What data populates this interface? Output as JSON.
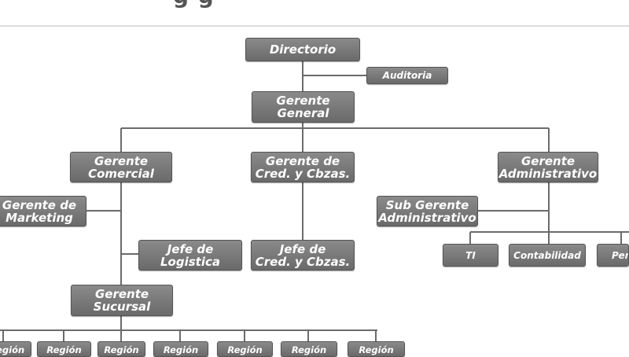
{
  "title_fragment": "g g",
  "nodes": {
    "directorio": "Directorio",
    "auditoria": "Auditoria",
    "gerente_general": "Gerente\nGeneral",
    "gerente_comercial": "Gerente\nComercial",
    "gerente_cred": "Gerente de\nCred. y Cbzas.",
    "gerente_administrativo": "Gerente\nAdministrativo",
    "gerente_marketing": "Gerente de\nMarketing",
    "sub_gerente_administrativo": "Sub Gerente\nAdministrativo",
    "jefe_logistica": "Jefe de\nLogistica",
    "jefe_cred": "Jefe de\nCred. y Cbzas.",
    "ti": "TI",
    "contabilidad": "Contabilidad",
    "personal": "Personal",
    "gerente_sucursal": "Gerente\nSucursal",
    "regiones": [
      "Región",
      "Región",
      "Región",
      "Región",
      "Región",
      "Región",
      "Región"
    ]
  }
}
